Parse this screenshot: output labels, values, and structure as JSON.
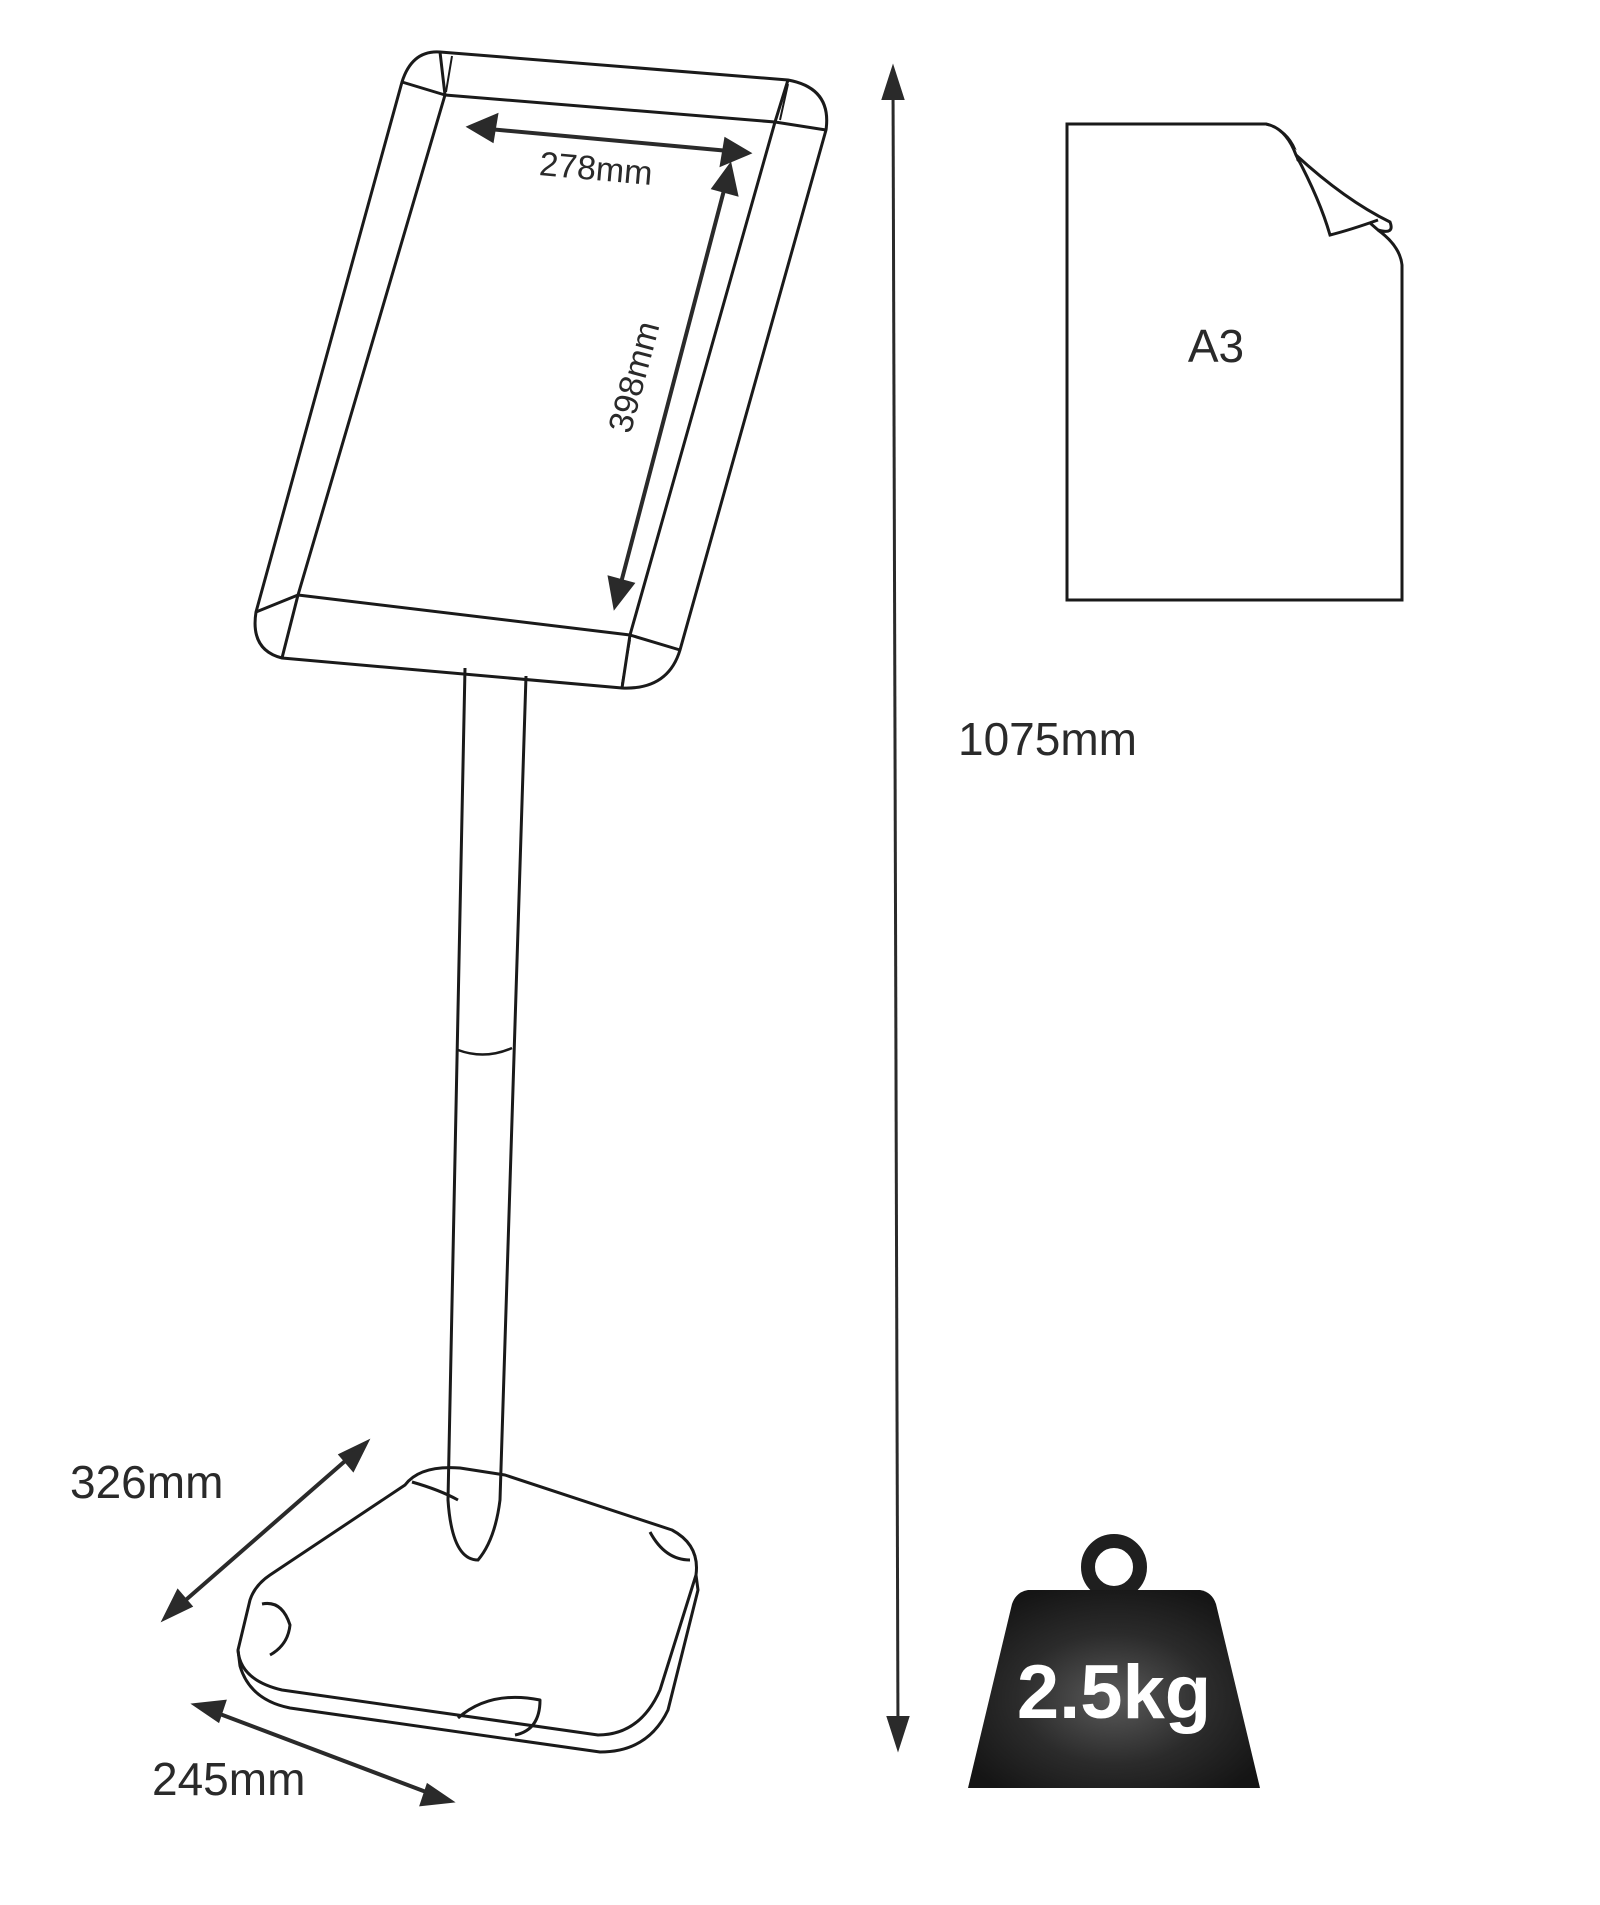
{
  "dimensions": {
    "frame_width": "278mm",
    "frame_height": "398mm",
    "total_height": "1075mm",
    "base_depth": "326mm",
    "base_width": "245mm"
  },
  "paper": {
    "size": "A3"
  },
  "weight": {
    "value": "2.5kg"
  },
  "colors": {
    "line": "#1a1a1a",
    "weight_body": "#1f1f1f",
    "weight_text": "#ffffff"
  }
}
